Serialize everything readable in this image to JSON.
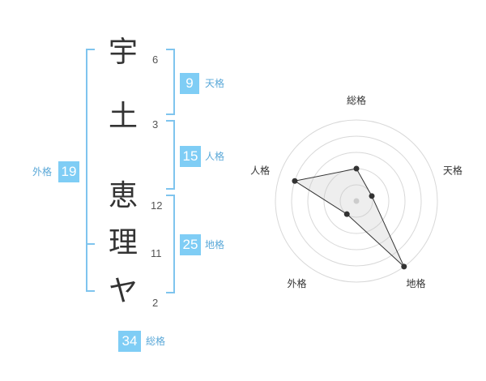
{
  "characters": [
    {
      "char": "宇",
      "strokes": "6"
    },
    {
      "char": "土",
      "strokes": "3"
    },
    {
      "char": "恵",
      "strokes": "12"
    },
    {
      "char": "理",
      "strokes": "11"
    },
    {
      "char": "ヤ",
      "strokes": "2"
    }
  ],
  "kaku": {
    "tenkaku": {
      "value": "9",
      "label": "天格"
    },
    "jinkaku": {
      "value": "15",
      "label": "人格"
    },
    "chikaku": {
      "value": "25",
      "label": "地格"
    },
    "gaikaku": {
      "value": "19",
      "label": "外格"
    },
    "soukaku": {
      "value": "34",
      "label": "総格"
    }
  },
  "colors": {
    "accent": "#7fcdf5",
    "bracket": "#7fc4ee",
    "text": "#333333"
  },
  "chart_data": {
    "type": "radar",
    "axes": [
      "総格",
      "天格",
      "地格",
      "外格",
      "人格"
    ],
    "values": [
      2,
      1,
      5,
      1,
      4
    ],
    "range": [
      0,
      5
    ],
    "rings": 5
  }
}
